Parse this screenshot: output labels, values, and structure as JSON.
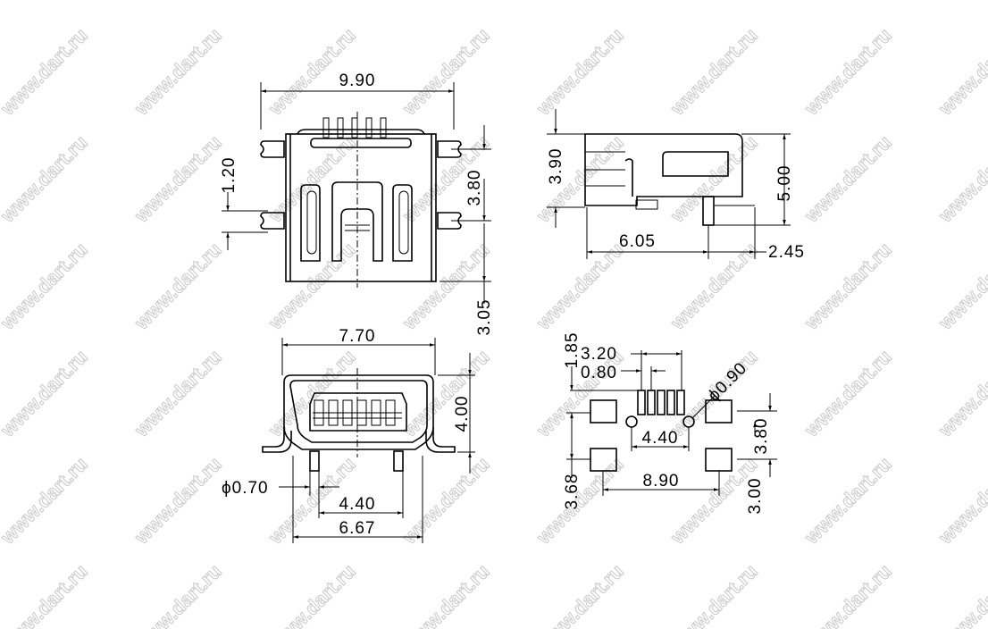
{
  "watermark": "www.dart.ru",
  "top_view": {
    "width": "9.90",
    "tab_pitch": "1.20",
    "height_upper": "3.80",
    "height_lower": "3.05"
  },
  "side_view": {
    "height_body": "3.90",
    "height_total": "5.00",
    "length": "6.05",
    "offset": "2.45"
  },
  "front_view": {
    "width": "7.70",
    "height": "4.00",
    "peg_dia": "ϕ0.70",
    "peg_pitch": "4.40",
    "span": "6.67"
  },
  "footprint": {
    "top_offset": "1.85",
    "pin_span": "3.20",
    "pin_pitch": "0.80",
    "hole_dia": "ϕ0.90",
    "hole_pitch": "4.40",
    "pad_pitch_x": "8.90",
    "pad_pitch_y_left": "3.68",
    "pad_pitch_y_right": "3.80",
    "pad_size": "3.00"
  }
}
